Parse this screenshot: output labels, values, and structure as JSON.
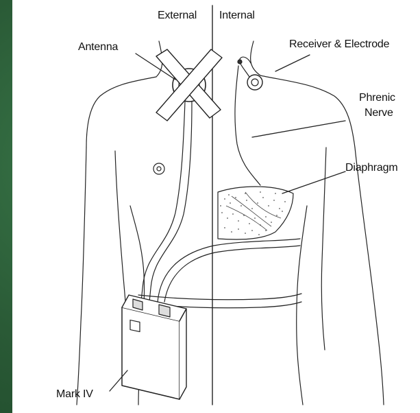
{
  "labels": {
    "external": "External",
    "internal": "Internal",
    "antenna": "Antenna",
    "receiver_electrode": "Receiver & Electrode",
    "phrenic_line1": "Phrenic",
    "phrenic_line2": "Nerve",
    "diaphragm": "Diaphragm",
    "mark_iv": "Mark IV"
  },
  "colors": {
    "background_green": "#2d5f3a",
    "panel": "#ffffff",
    "ink": "#111111"
  }
}
